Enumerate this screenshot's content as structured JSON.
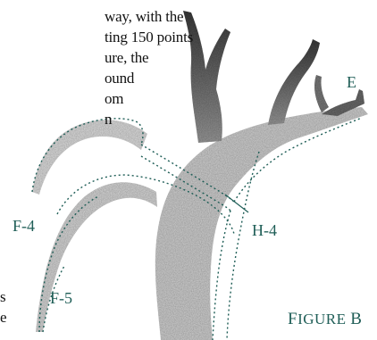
{
  "text_lines": [
    "way, with the",
    "ting 150 points",
    "ure,  the",
    "ound",
    "om",
    "n",
    "s",
    "e"
  ],
  "labels": {
    "e": "E",
    "f4": "F-4",
    "f5": "F-5",
    "h4": "H-4"
  },
  "figure": {
    "first": "F",
    "rest": "IGURE",
    "letter": "B"
  },
  "colors": {
    "label": "#1f5e57",
    "dots": "#1f5e57",
    "antler": "#555555"
  }
}
